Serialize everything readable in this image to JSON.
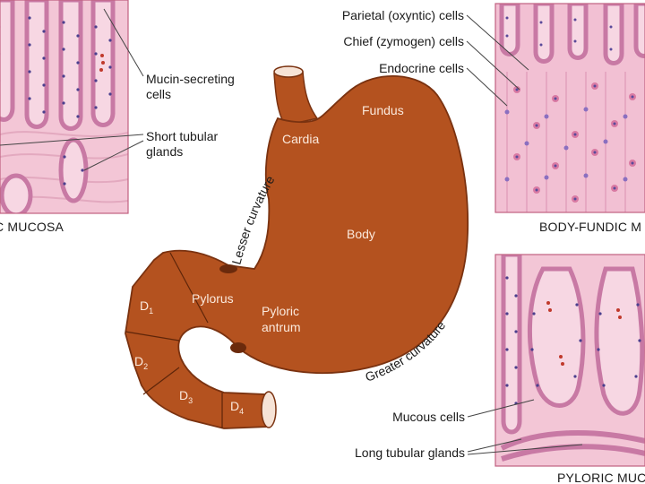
{
  "colors": {
    "stomach_fill": "#b4521f",
    "stomach_edge": "#7a3210",
    "mucosa_bg": "#f3c6d6",
    "gland_wall": "#c879a4",
    "nuclei": "#4b3f8e",
    "histo_border": "#c06080"
  },
  "panels": {
    "cardiac": {
      "caption": "C MUCOSA",
      "labels": {
        "mucin_cells": [
          "Mucin-secreting",
          "cells"
        ],
        "short_glands": [
          "Short tubular",
          "glands"
        ]
      }
    },
    "fundic": {
      "caption": "BODY-FUNDIC M",
      "labels": {
        "parietal": "Parietal (oxyntic) cells",
        "chief": "Chief (zymogen) cells",
        "endocrine": "Endocrine cells"
      }
    },
    "pyloric": {
      "caption": "PYLORIC MUC",
      "labels": {
        "mucous": "Mucous cells",
        "long_glands": "Long tubular glands"
      }
    }
  },
  "stomach": {
    "regions": {
      "fundus": "Fundus",
      "cardia": "Cardia",
      "body": "Body",
      "pylorus": "Pylorus",
      "antrum": [
        "Pyloric",
        "antrum"
      ]
    },
    "curvatures": {
      "lesser": "Lesser curvature",
      "greater": "Greater curvature"
    },
    "duodenum": [
      {
        "letter": "D",
        "sub": "1"
      },
      {
        "letter": "D",
        "sub": "2"
      },
      {
        "letter": "D",
        "sub": "3"
      },
      {
        "letter": "D",
        "sub": "4"
      }
    ]
  }
}
